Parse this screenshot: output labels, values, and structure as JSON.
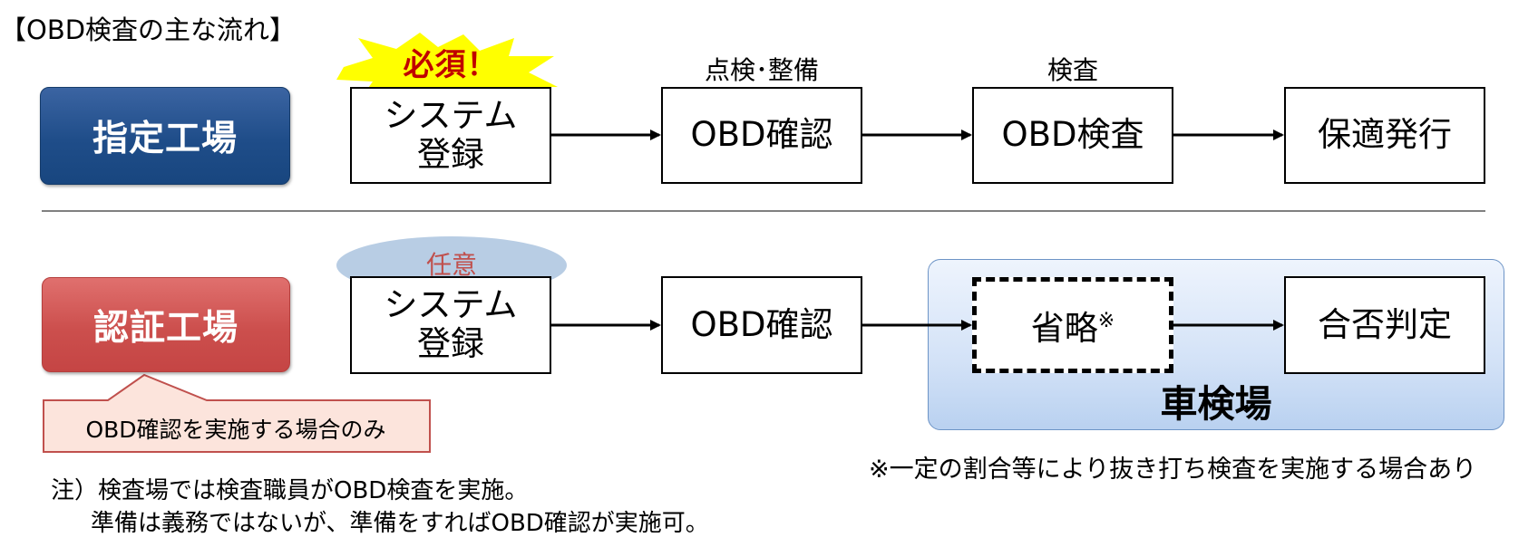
{
  "title": "【OBD検査の主な流れ】",
  "designated_factory": {
    "label": "指定工場",
    "badge": "必須！",
    "steps": [
      "システム\n登録",
      "OBD確認",
      "OBD検査",
      "保適発行"
    ],
    "step_headers": [
      "点検･整備",
      "検査"
    ]
  },
  "certified_factory": {
    "label": "認証工場",
    "badge": "任意",
    "callout": "OBD確認を実施する場合のみ",
    "steps": [
      "システム\n登録",
      "OBD確認",
      "合否判定"
    ],
    "omitted_step": "省略",
    "omitted_mark": "※"
  },
  "inspection_station": {
    "label": "車検場"
  },
  "footnote": "※一定の割合等により抜き打ち検査を実施する場合あり",
  "notes": [
    "注）検査場では検査職員がOBD検査を実施。",
    "準備は義務ではないが、準備をすればOBD確認が実施可。"
  ],
  "colors": {
    "designated": "#1f4d89",
    "certified": "#cc4f4d",
    "badge_text": "#c00000",
    "burst_fill": "#ffff00",
    "optional_fill": "#b8cde4",
    "optional_text": "#c0504d",
    "callout_fill": "#fce4dc",
    "callout_border": "#c0504d"
  }
}
